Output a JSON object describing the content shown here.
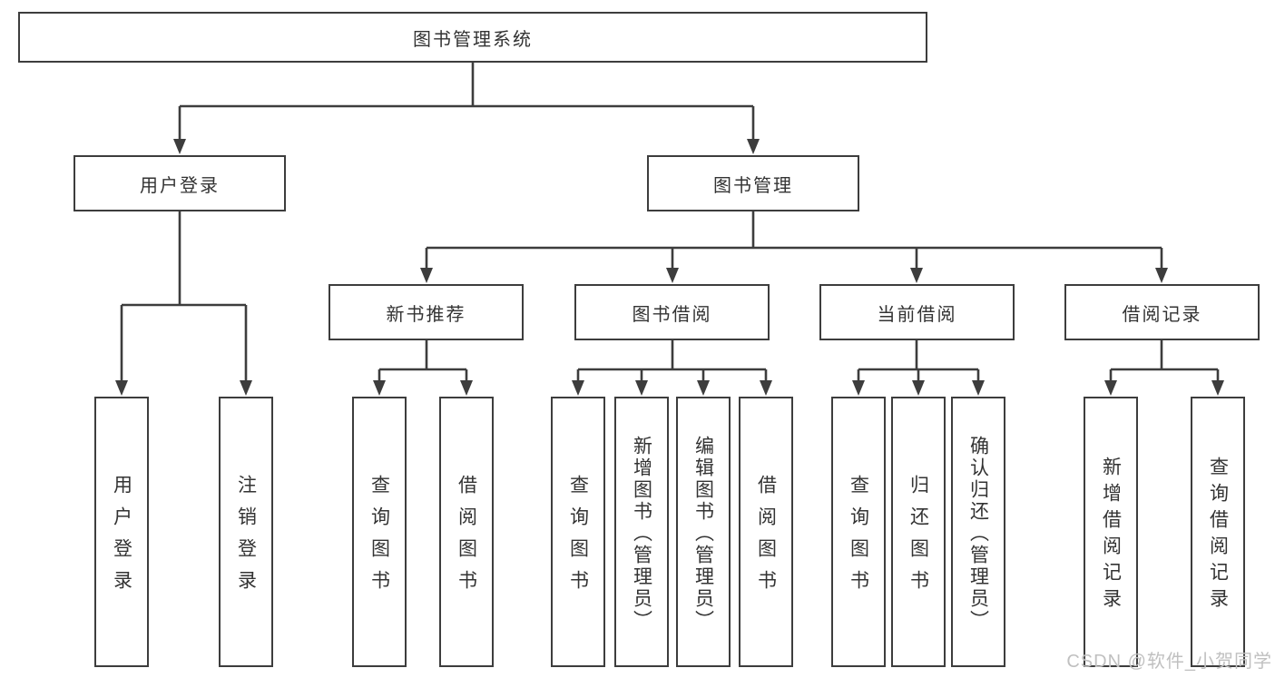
{
  "colors": {
    "line_color": "#3d3d3d",
    "box_border": "#3d3d3d",
    "text_color": "#333333",
    "watermark_color": "#c0c0c0",
    "background": "#ffffff"
  },
  "diagram": {
    "type": "hierarchy-tree",
    "root": {
      "label": "图书管理系统"
    },
    "level2": [
      {
        "label": "用户登录"
      },
      {
        "label": "图书管理"
      }
    ],
    "level3": [
      {
        "label": "新书推荐",
        "parent": "图书管理"
      },
      {
        "label": "图书借阅",
        "parent": "图书管理"
      },
      {
        "label": "当前借阅",
        "parent": "图书管理"
      },
      {
        "label": "借阅记录",
        "parent": "图书管理"
      }
    ],
    "leaves": [
      {
        "label": "用户登录",
        "parent": "用户登录"
      },
      {
        "label": "注销登录",
        "parent": "用户登录"
      },
      {
        "label": "查询图书",
        "parent": "新书推荐"
      },
      {
        "label": "借阅图书",
        "parent": "新书推荐"
      },
      {
        "label": "查询图书",
        "parent": "图书借阅"
      },
      {
        "label": "新增图书（管理员）",
        "parent": "图书借阅"
      },
      {
        "label": "编辑图书（管理员）",
        "parent": "图书借阅"
      },
      {
        "label": "借阅图书",
        "parent": "图书借阅"
      },
      {
        "label": "查询图书",
        "parent": "当前借阅"
      },
      {
        "label": "归还图书",
        "parent": "当前借阅"
      },
      {
        "label": "确认归还（管理员）",
        "parent": "当前借阅"
      },
      {
        "label": "新增借阅记录",
        "parent": "借阅记录"
      },
      {
        "label": "查询借阅记录",
        "parent": "借阅记录"
      }
    ],
    "watermark": "CSDN @软件_小贺同学"
  }
}
